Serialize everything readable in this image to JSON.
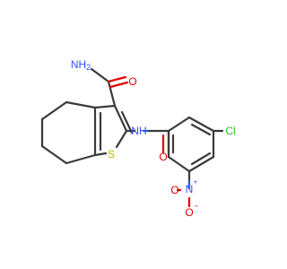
{
  "molecule": {
    "atoms": {
      "amide_n": {
        "text": "NH",
        "subscript": "2",
        "color": "#3050f8"
      },
      "amide_o": {
        "text": "O",
        "color": "#e00000"
      },
      "nh": {
        "text": "NH",
        "color": "#3050f8"
      },
      "sulfur": {
        "text": "S",
        "color": "#b8b800"
      },
      "benzamide_o": {
        "text": "O",
        "color": "#e00000"
      },
      "chlorine": {
        "text": "Cl",
        "color": "#1fc71f"
      },
      "nitro_n": {
        "text": "N",
        "charge": "+",
        "color": "#3050f8"
      },
      "nitro_o": {
        "text": "O",
        "charge": "−",
        "color": "#e00000"
      }
    }
  }
}
